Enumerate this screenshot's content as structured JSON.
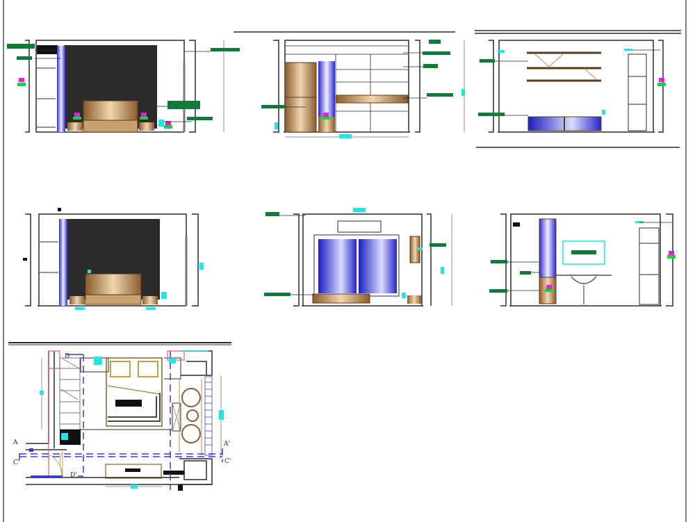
{
  "drawing": {
    "colors": {
      "wall": "#2a2a2a",
      "dark_panel": "#2b2b2b",
      "wood": "#b98a55",
      "glass_blue": "#4a4ae0",
      "dimension_cyan": "#22e5e5",
      "tag_green": "#0f7a3a",
      "tag_magenta": "#e020e0",
      "section_line_blue": "#3a3acc",
      "plan_red": "#e06060"
    },
    "plan": {
      "section_markers": [
        {
          "label": "A"
        },
        {
          "label": "A'"
        },
        {
          "label": "C'"
        },
        {
          "label": "C'"
        },
        {
          "label": "D"
        },
        {
          "label": "D'"
        }
      ]
    }
  }
}
